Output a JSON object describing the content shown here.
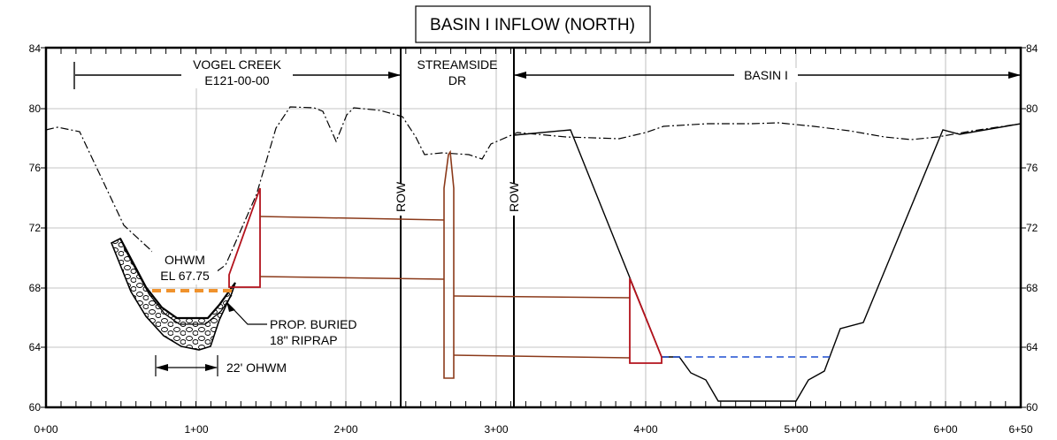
{
  "title": "BASIN I INFLOW (NORTH)",
  "axes": {
    "y_ticks": [
      "60",
      "64",
      "68",
      "72",
      "76",
      "80",
      "84"
    ],
    "x_ticks": [
      "0+00",
      "1+00",
      "2+00",
      "3+00",
      "4+00",
      "5+00",
      "6+00",
      "6+50"
    ]
  },
  "sections": {
    "vogel_line1": "VOGEL CREEK",
    "vogel_line2": "E121-00-00",
    "street_line1": "STREAMSIDE",
    "street_line2": "DR",
    "basin": "BASIN I"
  },
  "row_labels": [
    "ROW",
    "ROW"
  ],
  "annotations": {
    "ohwm_line1": "OHWM",
    "ohwm_line2": "EL 67.75",
    "riprap_line1": "PROP. BURIED",
    "riprap_line2": "18\" RIPRAP",
    "ohwm_width": "22' OHWM"
  },
  "colors": {
    "existing_ground": "#000000",
    "proposed_grade": "#000000",
    "structure_red": "#b3121c",
    "pipe_brown": "#8b3a1a",
    "ohwm_orange": "#f0922c",
    "water_blue": "#1f4fd1",
    "grid": "#b0b0b0"
  }
}
